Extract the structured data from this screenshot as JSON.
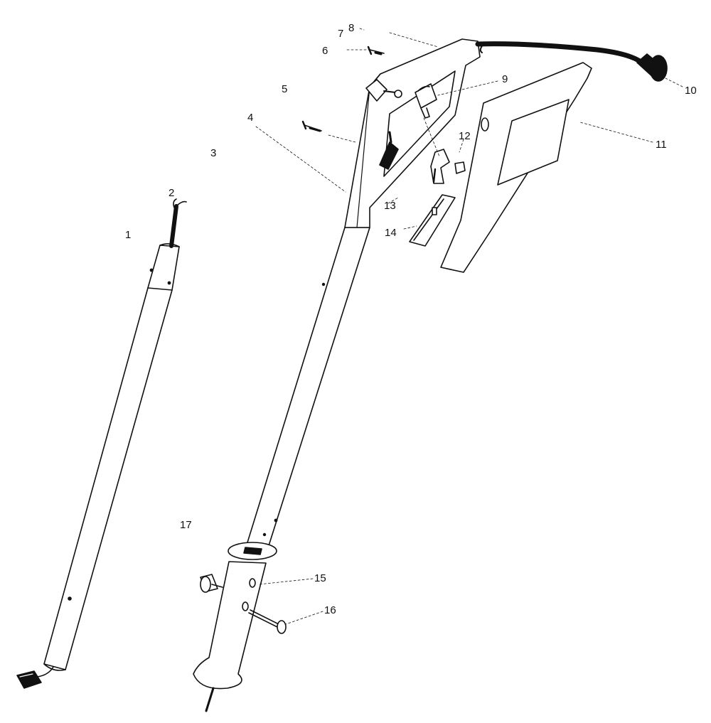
{
  "colors": {
    "ink": "#111111",
    "paper": "#ffffff",
    "shade": "#cfcfcf"
  },
  "callouts": [
    {
      "id": "1",
      "text": "1"
    },
    {
      "id": "2",
      "text": "2"
    },
    {
      "id": "3",
      "text": "3"
    },
    {
      "id": "4",
      "text": "4"
    },
    {
      "id": "5",
      "text": "5"
    },
    {
      "id": "6",
      "text": "6"
    },
    {
      "id": "7",
      "text": "7"
    },
    {
      "id": "8",
      "text": "8"
    },
    {
      "id": "9",
      "text": "9"
    },
    {
      "id": "10",
      "text": "10"
    },
    {
      "id": "11",
      "text": "11"
    },
    {
      "id": "12",
      "text": "12"
    },
    {
      "id": "13",
      "text": "13"
    },
    {
      "id": "14",
      "text": "14"
    },
    {
      "id": "15",
      "text": "15"
    },
    {
      "id": "16",
      "text": "16"
    },
    {
      "id": "17",
      "text": "17"
    }
  ]
}
